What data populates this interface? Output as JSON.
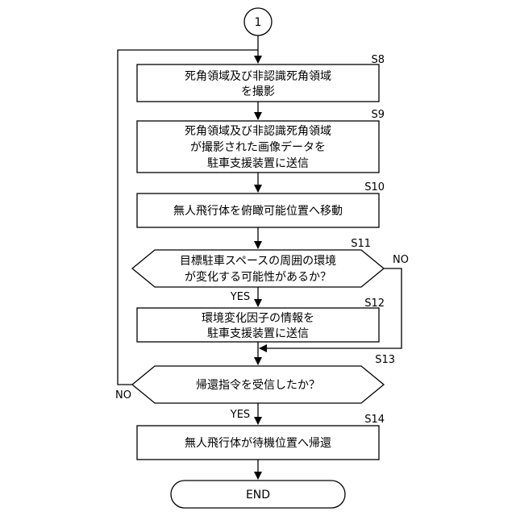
{
  "connector": {
    "label": "1"
  },
  "steps": [
    {
      "id": "S8",
      "step_label": "S8",
      "lines": [
        "死角領域及び非認識死角領域",
        "を撮影"
      ]
    },
    {
      "id": "S9",
      "step_label": "S9",
      "lines": [
        "死角領域及び非認識死角領域",
        "が撮影された画像データを",
        "駐車支援装置に送信"
      ]
    },
    {
      "id": "S10",
      "step_label": "S10",
      "lines": [
        "無人飛行体を俯瞰可能位置へ移動"
      ]
    },
    {
      "id": "S11",
      "step_label": "S11",
      "lines": [
        "目標駐車スペースの周囲の環境",
        "が変化する可能性があるか？"
      ]
    },
    {
      "id": "S12",
      "step_label": "S12",
      "lines": [
        "環境変化因子の情報を",
        "駐車支援装置に送信"
      ]
    },
    {
      "id": "S13",
      "step_label": "S13",
      "lines": [
        "帰還指令を受信したか？"
      ]
    },
    {
      "id": "S14",
      "step_label": "S14",
      "lines": [
        "無人飛行体が待機位置へ帰還"
      ]
    }
  ],
  "branches": {
    "s11_yes": "YES",
    "s11_no": "NO",
    "s13_yes": "YES",
    "s13_no": "NO"
  },
  "terminal": {
    "label": "END"
  }
}
